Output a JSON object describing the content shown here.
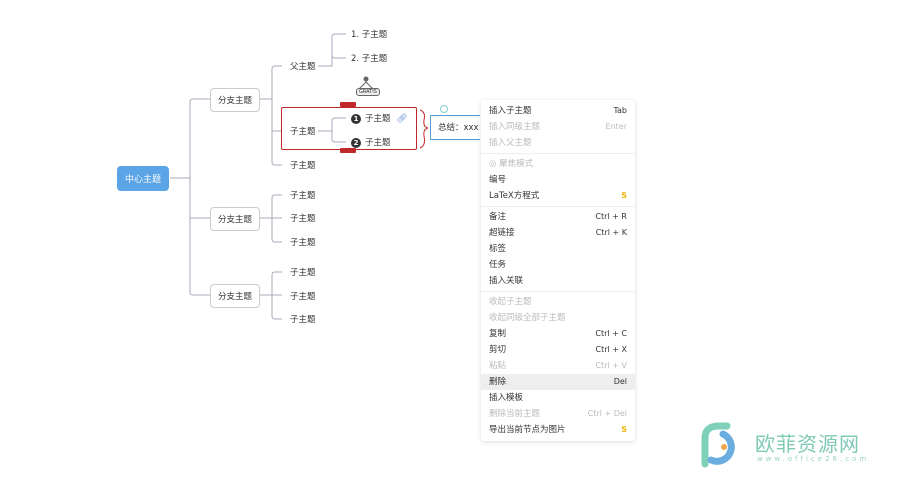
{
  "mindmap": {
    "center": "中心主题",
    "branches": [
      "分支主题",
      "分支主题",
      "分支主题"
    ],
    "b1": {
      "parent": "父主题",
      "parent_children": [
        "1. 子主题",
        "2. 子主题"
      ],
      "selected": "子主题",
      "selected_children": [
        "子主题",
        "子主题"
      ],
      "numbers": [
        "1",
        "2"
      ],
      "last": "子主题"
    },
    "b2": [
      "子主题",
      "子主题",
      "子主题"
    ],
    "b3": [
      "子主题",
      "子主题",
      "子主题"
    ],
    "summary": "总结：xxx",
    "badge": "GRATIS"
  },
  "menu": [
    {
      "label": "插入子主题",
      "shortcut": "Tab"
    },
    {
      "label": "插入同级主题",
      "shortcut": "Enter",
      "disabled": true
    },
    {
      "label": "插入父主题",
      "disabled": true,
      "sepAfter": true
    },
    {
      "label": "◎ 聚焦模式",
      "disabled": true
    },
    {
      "label": "编号"
    },
    {
      "label": "LaTeX方程式",
      "shortcut": "S",
      "pro": true,
      "sepAfter": true
    },
    {
      "label": "备注",
      "shortcut": "Ctrl + R"
    },
    {
      "label": "超链接",
      "shortcut": "Ctrl + K"
    },
    {
      "label": "标签"
    },
    {
      "label": "任务"
    },
    {
      "label": "插入关联",
      "sepAfter": true
    },
    {
      "label": "收起子主题",
      "disabled": true
    },
    {
      "label": "收起同级全部子主题",
      "disabled": true
    },
    {
      "label": "复制",
      "shortcut": "Ctrl + C"
    },
    {
      "label": "剪切",
      "shortcut": "Ctrl + X"
    },
    {
      "label": "粘贴",
      "shortcut": "Ctrl + V",
      "disabled": true
    },
    {
      "label": "删除",
      "shortcut": "Del",
      "hover": true
    },
    {
      "label": "插入模板"
    },
    {
      "label": "删除当前主题",
      "shortcut": "Ctrl + Del",
      "disabled": true
    },
    {
      "label": "导出当前节点为图片",
      "shortcut": "S",
      "pro": true
    }
  ],
  "watermark": {
    "name": "欧菲资源网",
    "url": "www.office26.com"
  }
}
